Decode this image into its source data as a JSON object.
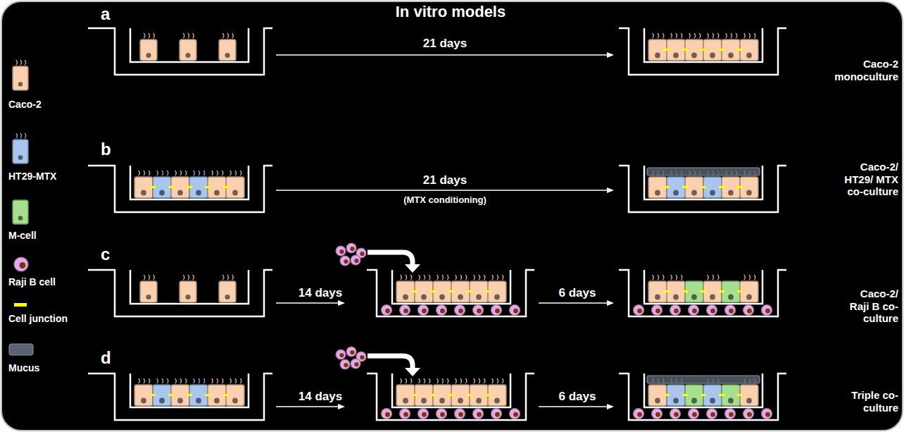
{
  "diagram": {
    "title": "In vitro models",
    "labels": [
      "a",
      "21 days",
      "Caco-2 monoculture",
      "b",
      "21 days",
      "(MTX conditioning)",
      "Caco-2/ HT29/ MTX co-culture",
      "c",
      "14 days",
      "6 days",
      "Caco-2/ Raji B co-culture",
      "d",
      "14 days",
      "6 days",
      "Triple co-culture"
    ],
    "legend": [
      {
        "text": "Caco-2",
        "color": "#fbd0ae"
      },
      {
        "text": "HT29-MTX",
        "color": "#a9c6ee"
      },
      {
        "text": "M-cell",
        "color": "#a6e08f"
      },
      {
        "text": "Raji B cell",
        "color": "#e6a8e6"
      },
      {
        "text": "Cell junction",
        "color": "#ffff00"
      },
      {
        "text": "Mucus",
        "color": "#5a6470"
      }
    ]
  }
}
